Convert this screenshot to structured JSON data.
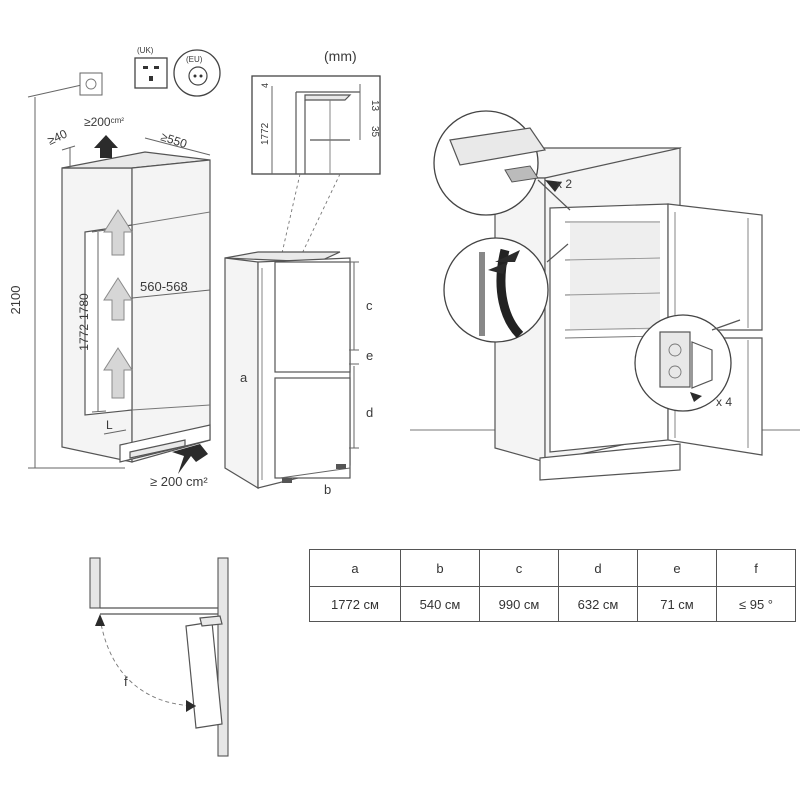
{
  "unit_label": "(mm)",
  "socket_labels": {
    "uk": "(UK)",
    "eu": "(EU)"
  },
  "dimensions": {
    "height_total": "2100",
    "depth_gap": "≥40",
    "vent_top": "≥200",
    "vent_top_unit": "cm²",
    "width_min": "≥550",
    "niche_width": "560-568",
    "niche_height": "1772-1780",
    "vent_bottom": "≥ 200 cm²",
    "label_L": "L",
    "detail_4": "4",
    "detail_1772": "1772",
    "detail_13": "13",
    "detail_35": "35"
  },
  "fridge_labels": {
    "a": "a",
    "b": "b",
    "c": "c",
    "d": "d",
    "e": "e"
  },
  "multipliers": {
    "x2": "x 2",
    "x4": "x 4"
  },
  "door_angle_label": "f",
  "table": {
    "headers": [
      "a",
      "b",
      "c",
      "d",
      "e",
      "f"
    ],
    "values": [
      "1772 см",
      "540 см",
      "990 см",
      "632 см",
      "71 см",
      "≤ 95 °"
    ]
  }
}
